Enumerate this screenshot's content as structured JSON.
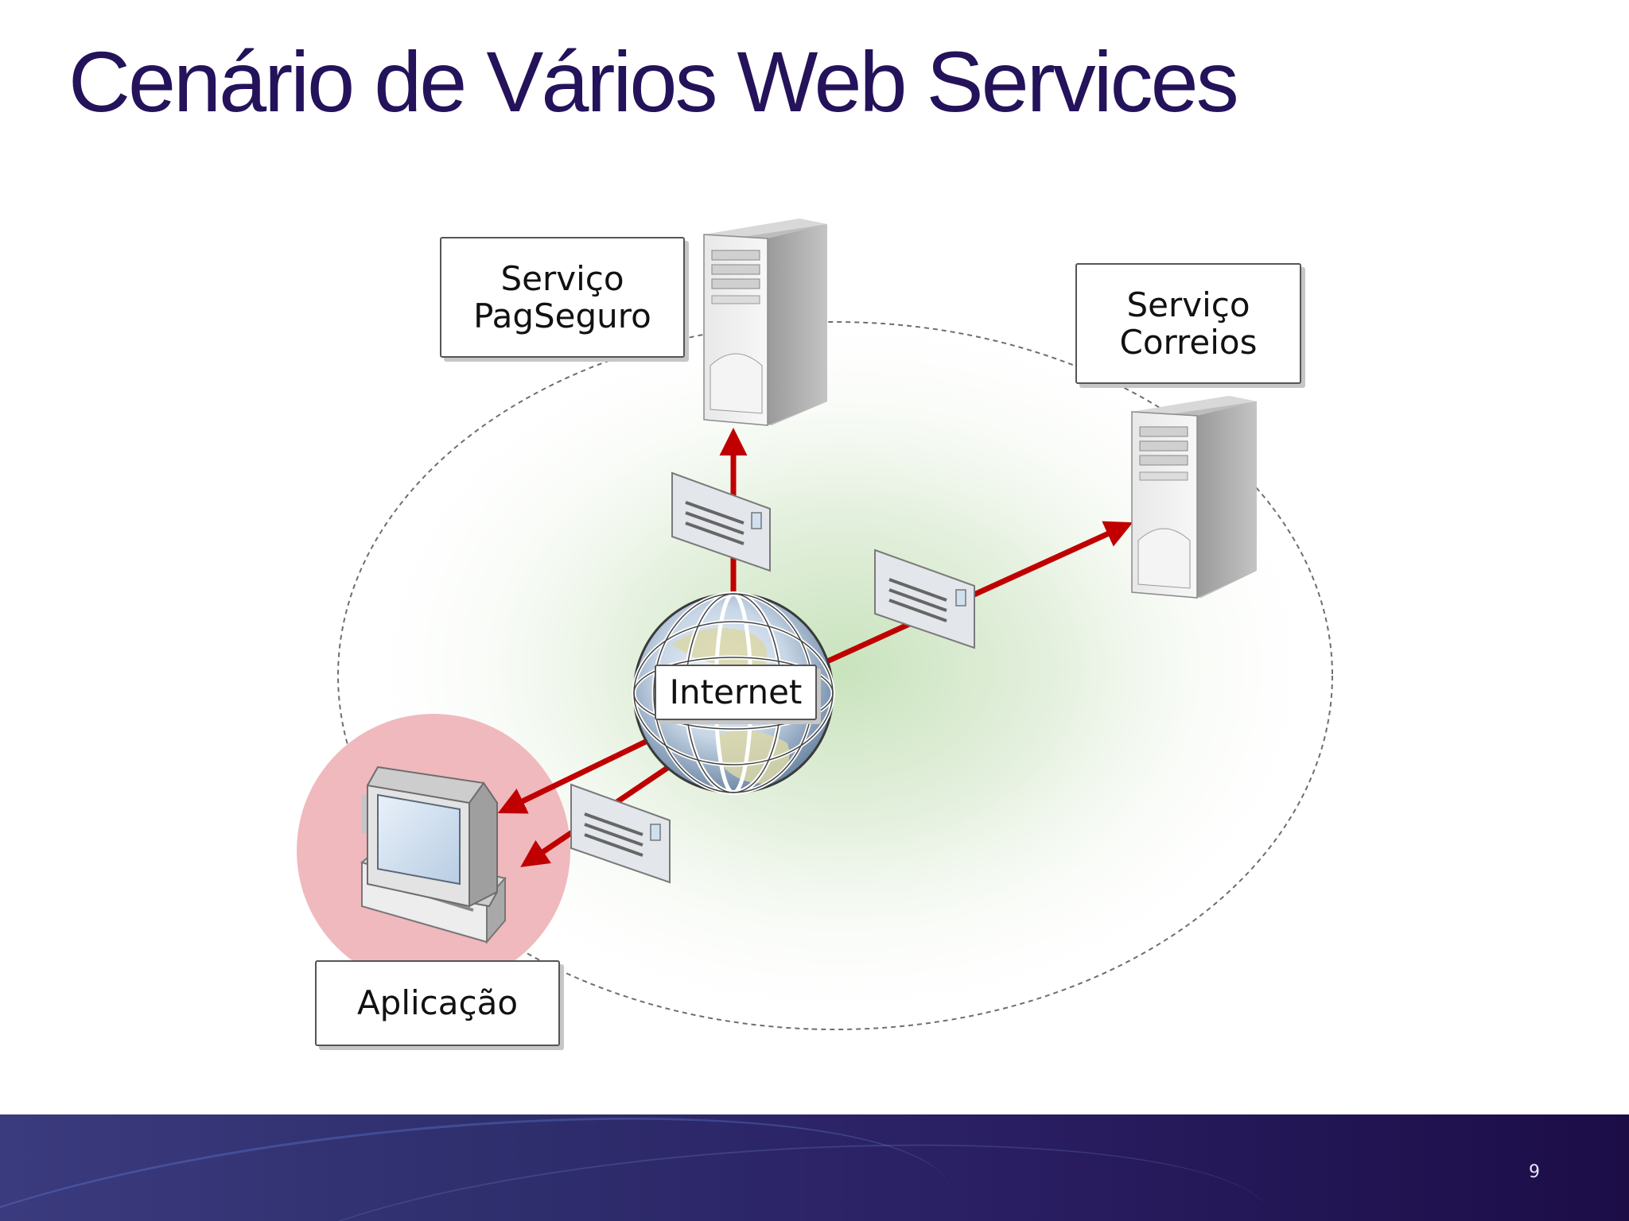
{
  "slide": {
    "title": "Cenário de Vários Web Services",
    "page_number": "9"
  },
  "diagram": {
    "nodes": {
      "service_pagseguro": {
        "line1": "Serviço",
        "line2": "PagSeguro"
      },
      "service_correios": {
        "line1": "Serviço",
        "line2": "Correios"
      },
      "internet": {
        "label": "Internet"
      },
      "application": {
        "label": "Aplicação"
      }
    },
    "edges": [
      {
        "from": "internet",
        "to": "service_pagseguro",
        "carries": "message"
      },
      {
        "from": "internet",
        "to": "service_correios",
        "carries": "message"
      },
      {
        "from": "internet",
        "to": "application",
        "carries": "message"
      },
      {
        "from": "internet",
        "to": "application",
        "carries": "none"
      }
    ]
  },
  "colors": {
    "title": "#24125a",
    "arrow": "#c00000",
    "app_highlight": "#f0b9bd",
    "footer": "#2a1f63"
  }
}
